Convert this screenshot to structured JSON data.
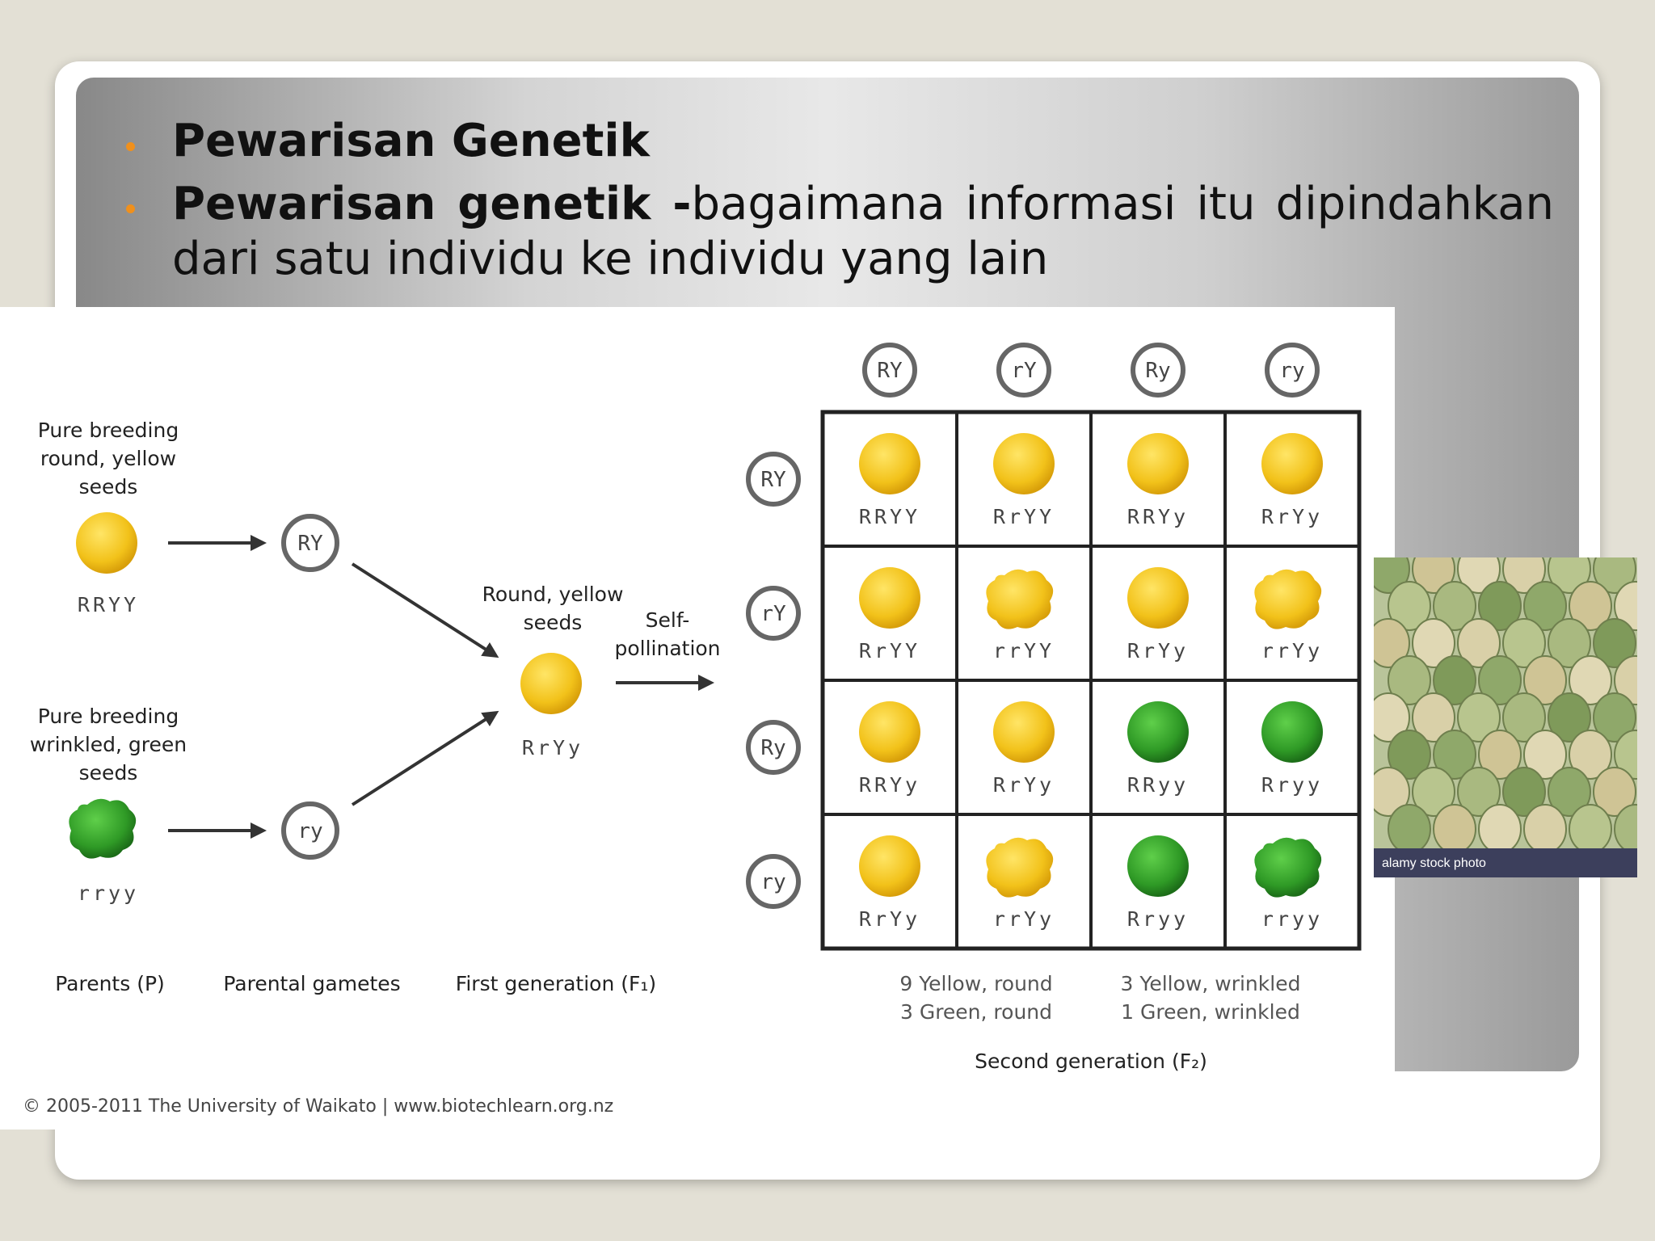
{
  "slide": {
    "bullet1": "Pewarisan Genetik",
    "bullet2_bold": "Pewarisan genetik -",
    "bullet2_text1": "bagaimana informasi itu dipindahkan",
    "bullet2_text2": "dari satu individu ke individu yang lain"
  },
  "diagram": {
    "parent1_line1": "Pure breeding",
    "parent1_line2": "round, yellow",
    "parent1_line3": "seeds",
    "parent1_genotype": "RRYY",
    "parent2_line1": "Pure breeding",
    "parent2_line2": "wrinkled, green",
    "parent2_line3": "seeds",
    "parent2_genotype": "rryy",
    "gamete1": "RY",
    "gamete2": "ry",
    "f1_line1": "Round, yellow",
    "f1_line2": "seeds",
    "f1_genotype": "RrYy",
    "self_line1": "Self-",
    "self_line2": "pollination",
    "label_parents": "Parents (P)",
    "label_gametes": "Parental gametes",
    "label_f1": "First generation (F₁)",
    "label_f2": "Second generation (F₂)",
    "ratio1_line1": "9 Yellow, round",
    "ratio1_line2": "3 Green, round",
    "ratio2_line1": "3 Yellow, wrinkled",
    "ratio2_line2": "1 Green, wrinkled",
    "credit": "© 2005-2011 The University of Waikato | www.biotechlearn.org.nz",
    "grid_gametes": [
      "RY",
      "rY",
      "Ry",
      "ry"
    ],
    "cells": [
      [
        "RRYY",
        "RrYY",
        "RRYy",
        "RrYy"
      ],
      [
        "RrYY",
        "rrYY",
        "RrYy",
        "rrYy"
      ],
      [
        "RRYy",
        "RrYy",
        "RRyy",
        "Rryy"
      ],
      [
        "RrYy",
        "rrYy",
        "Rryy",
        "rryy"
      ]
    ],
    "colors": {
      "yellow": "#f2c21a",
      "green": "#2f9a26"
    }
  },
  "photo": {
    "watermark": "alamy stock photo"
  }
}
